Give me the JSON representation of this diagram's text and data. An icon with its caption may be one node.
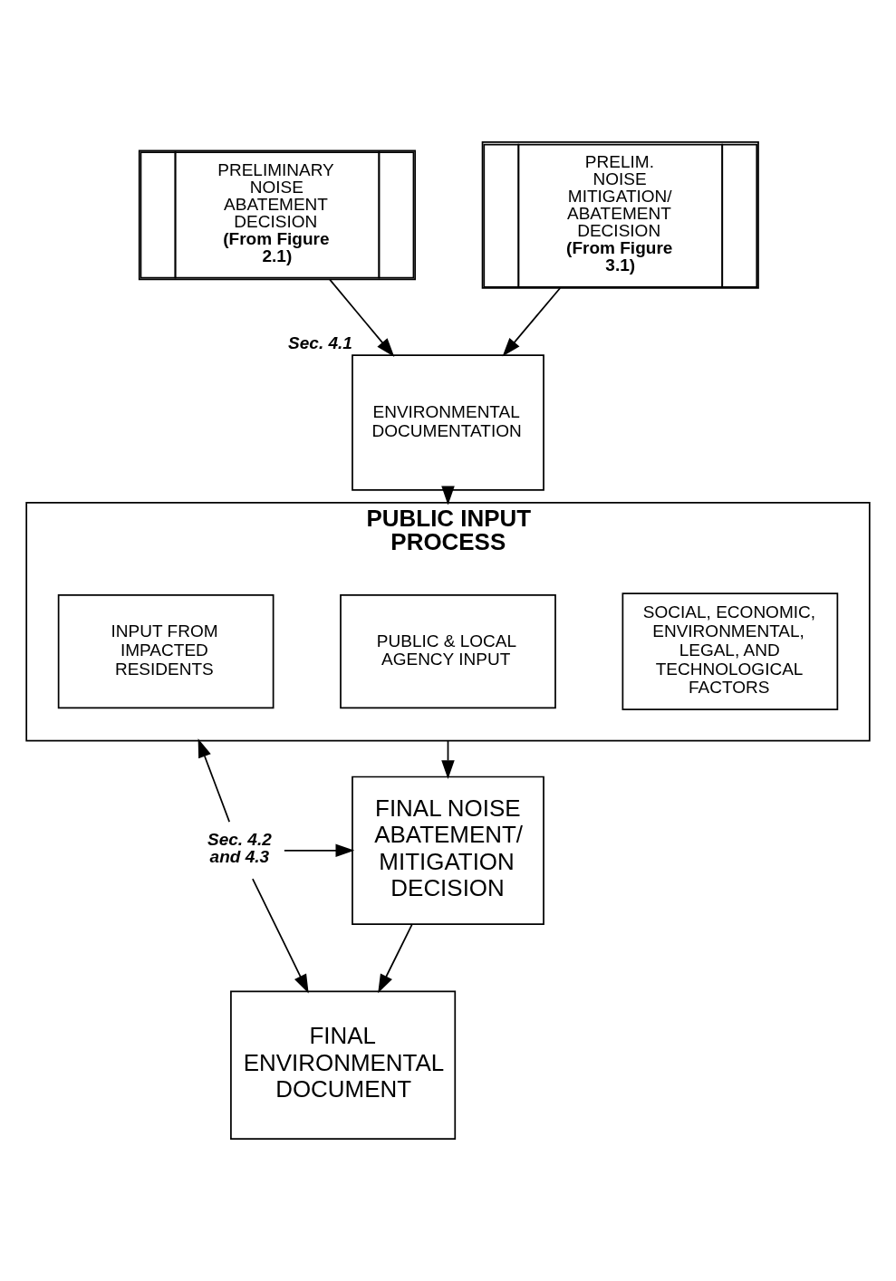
{
  "diagram": {
    "nodes": [
      {
        "text": [
          "PRELIMINARY NOISE ABATEMENT DECISION",
          "(From Figure 2.1)"
        ]
      },
      {
        "text": [
          "PRELIM. NOISE MITIGATION/ ABATEMENT DECISION",
          "(From Figure 3.1)"
        ]
      },
      {
        "text": [
          "ENVIRONMENTAL DOCUMENTATION"
        ],
        "beside": [
          "Sec. 4.1"
        ]
      },
      {
        "text": [
          "PUBLIC INPUT PROCESS"
        ]
      },
      {
        "text": [
          "INPUT FROM IMPACTED RESIDENTS"
        ],
        "in": 3
      },
      {
        "text": [
          "PUBLIC & LOCAL AGENCY INPUT"
        ],
        "in": 3
      },
      {
        "text": [
          "SOCIAL, ECONOMIC, ENVIRONMENTAL, LEGAL, AND TECHNOLOGICAL FACTORS"
        ],
        "in": 3
      },
      {
        "text": [
          "FINAL NOISE ABATEMENT/ MITIGATION DECISION"
        ]
      },
      {
        "text": [
          "FINAL ENVIRONMENTAL DOCUMENT"
        ]
      },
      {
        "text": [
          "Sec. 4.2 and 4.3"
        ]
      }
    ],
    "edges": [
      {
        "from": 0,
        "to": 2,
        "arrow": "to"
      },
      {
        "from": 1,
        "to": 2,
        "arrow": "to"
      },
      {
        "from": 2,
        "to": 3,
        "arrow": "to"
      },
      {
        "from": 3,
        "to": 7,
        "arrow": "to"
      },
      {
        "from": 7,
        "to": 8,
        "arrow": "to"
      },
      {
        "from": 9,
        "to": 3,
        "arrow": "to"
      },
      {
        "from": 9,
        "to": 7,
        "arrow": "to"
      },
      {
        "from": 9,
        "to": 8,
        "arrow": "to"
      }
    ]
  }
}
